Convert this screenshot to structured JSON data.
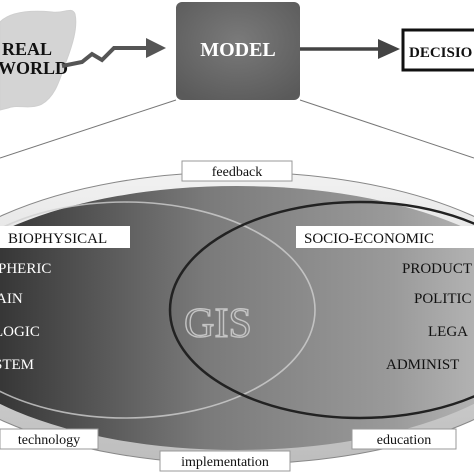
{
  "top": {
    "real_world_line1": "REAL",
    "real_world_line2": "WORLD",
    "model": "MODEL",
    "decision": "DECISIO"
  },
  "labels": {
    "feedback": "feedback",
    "technology": "technology",
    "implementation": "implementation",
    "education": "education",
    "center": "GIS"
  },
  "biophysical": {
    "title": "BIOPHYSICAL",
    "items": [
      "PHERIC",
      "AIN",
      "LOGIC",
      "STEM"
    ]
  },
  "socio_economic": {
    "title": "SOCIO-ECONOMIC",
    "items": [
      "PRODUCT",
      "POLITIC",
      "LEGA",
      "ADMINIST"
    ]
  },
  "colors": {
    "model_box": "#6b6b6b",
    "map_gray": "#d4d4d4",
    "arrow": "#555555",
    "ellipse_dark": "#3a3a3a",
    "ellipse_light": "#f2f2f2"
  }
}
